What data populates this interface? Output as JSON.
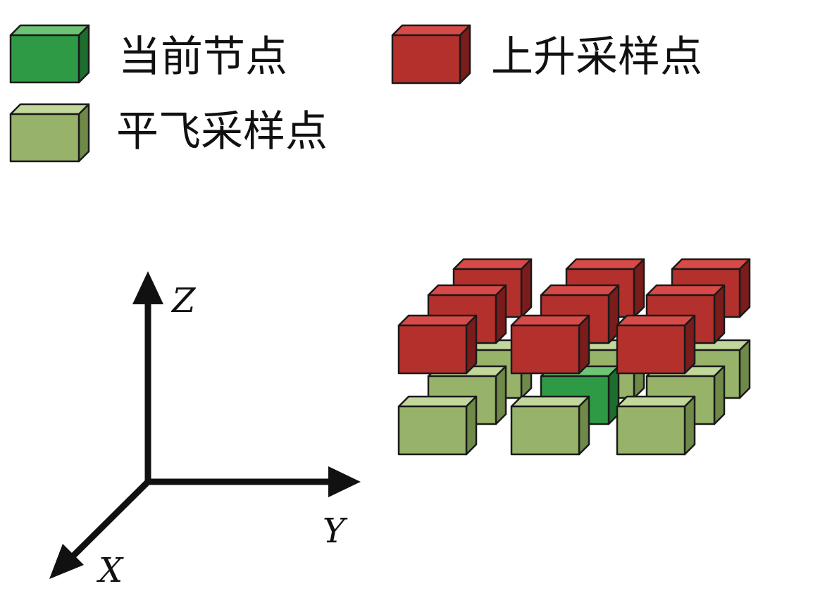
{
  "colors": {
    "current": {
      "front": "#2f9a45",
      "top": "#6cc474",
      "side": "#1d6e2e"
    },
    "climb": {
      "front": "#b4302d",
      "top": "#d84a47",
      "side": "#7a1c1b"
    },
    "level": {
      "front": "#97b36a",
      "top": "#c2d79b",
      "side": "#6f8a48"
    },
    "outline": "#1a1a1a",
    "axis": "#111111"
  },
  "legend": {
    "current": "当前节点",
    "climb": "上升采样点",
    "level": "平飞采样点"
  },
  "axes": {
    "x": "X",
    "y": "Y",
    "z": "Z"
  }
}
